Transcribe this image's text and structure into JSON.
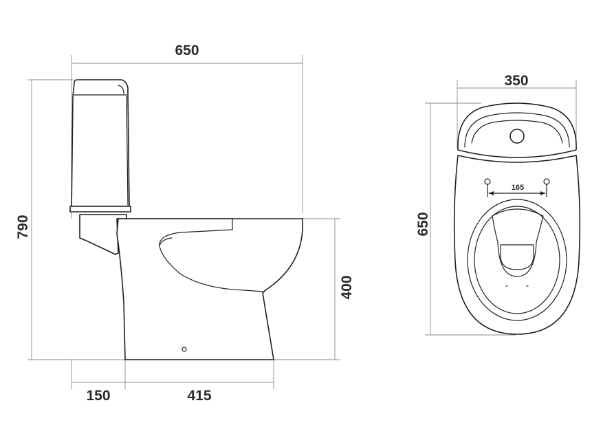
{
  "side_view": {
    "dim_total_depth": "650",
    "dim_total_height": "790",
    "dim_bowl_height": "400",
    "dim_outlet_offset": "150",
    "dim_base_length": "415"
  },
  "top_view": {
    "dim_width": "350",
    "dim_length": "650",
    "dim_bolt_spacing": "165"
  },
  "colors": {
    "outline": "#1f1f1f",
    "dimension_line": "#8a8a8a",
    "text": "#2a2a2a",
    "background": "#ffffff"
  }
}
